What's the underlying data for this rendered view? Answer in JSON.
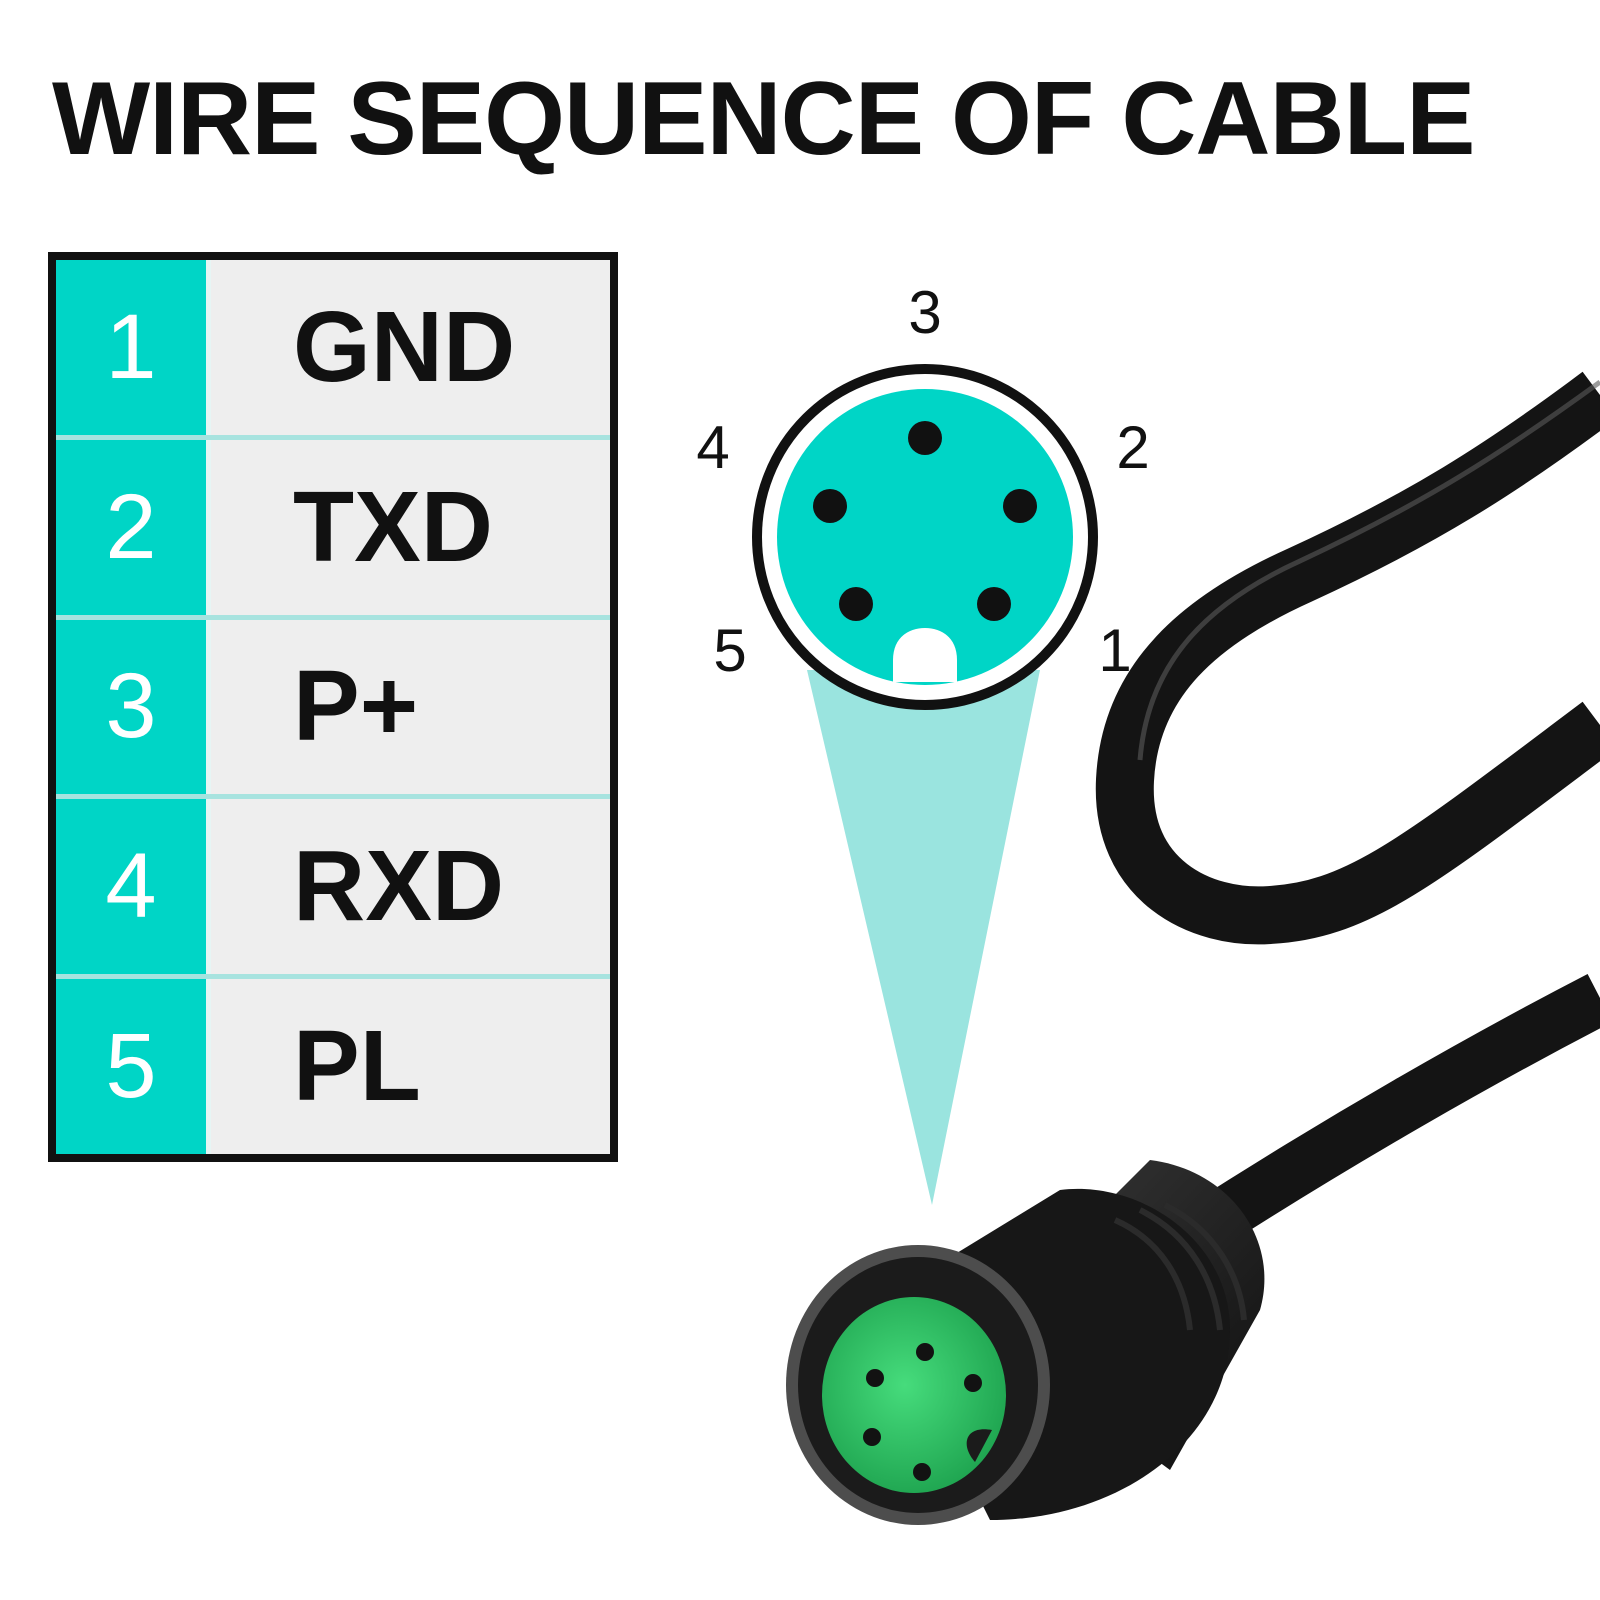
{
  "title": "WIRE SEQUENCE OF CABLE",
  "colors": {
    "accent": "#00d5c6",
    "accent_light": "#9ae4df",
    "cell_bg": "#eeeeee",
    "ink": "#111111",
    "connector_face": "#2ec46a"
  },
  "pins": [
    {
      "number": "1",
      "signal": "GND"
    },
    {
      "number": "2",
      "signal": "TXD"
    },
    {
      "number": "3",
      "signal": "P+"
    },
    {
      "number": "4",
      "signal": "RXD"
    },
    {
      "number": "5",
      "signal": "PL"
    }
  ],
  "connector_labels": [
    "1",
    "2",
    "3",
    "4",
    "5"
  ]
}
